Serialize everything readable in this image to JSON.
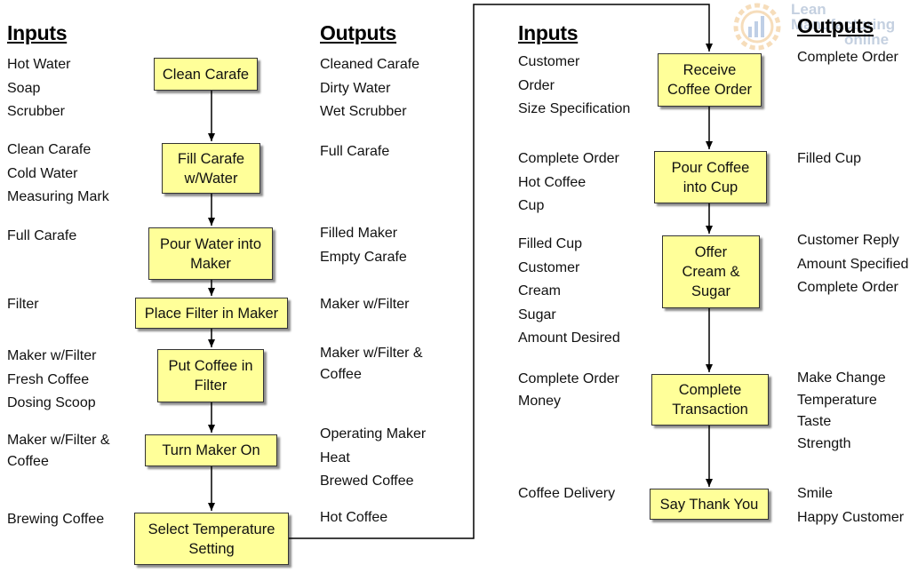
{
  "headers": {
    "left_inputs": "Inputs",
    "left_outputs": "Outputs",
    "right_inputs": "Inputs",
    "right_outputs": "Outputs"
  },
  "watermark": {
    "line1": "Lean",
    "line2": "Manufacturing",
    "line3": "online"
  },
  "left_flow": {
    "steps": [
      {
        "label": "Clean Carafe"
      },
      {
        "label": "Fill Carafe\nw/Water"
      },
      {
        "label": "Pour Water into\nMaker"
      },
      {
        "label": "Place Filter in Maker"
      },
      {
        "label": "Put Coffee in\nFilter"
      },
      {
        "label": "Turn Maker On"
      },
      {
        "label": "Select Temperature\nSetting"
      }
    ],
    "inputs": [
      [
        "Hot Water",
        "Soap",
        "Scrubber"
      ],
      [
        "Clean Carafe",
        "Cold Water",
        "Measuring Mark"
      ],
      [
        "Full Carafe"
      ],
      [
        "Filter"
      ],
      [
        "Maker w/Filter",
        "Fresh Coffee",
        "Dosing Scoop"
      ],
      [
        "Maker w/Filter &",
        "Coffee"
      ],
      [
        "Brewing Coffee"
      ]
    ],
    "outputs": [
      [
        "Cleaned Carafe",
        "Dirty Water",
        "Wet Scrubber"
      ],
      [
        "Full Carafe"
      ],
      [
        "Filled Maker",
        "Empty Carafe"
      ],
      [
        "Maker w/Filter"
      ],
      [
        "Maker w/Filter &",
        "Coffee"
      ],
      [
        "Operating Maker",
        "Heat",
        "Brewed Coffee"
      ],
      [
        "Hot Coffee"
      ]
    ]
  },
  "right_flow": {
    "steps": [
      {
        "label": "Receive\nCoffee Order"
      },
      {
        "label": "Pour Coffee\ninto Cup"
      },
      {
        "label": "Offer\nCream &\nSugar"
      },
      {
        "label": "Complete\nTransaction"
      },
      {
        "label": "Say Thank You"
      }
    ],
    "inputs": [
      [
        "Customer",
        "Order",
        "Size Specification"
      ],
      [
        "Complete Order",
        "Hot Coffee",
        "Cup"
      ],
      [
        "Filled Cup",
        "Customer",
        "Cream",
        "Sugar",
        "Amount Desired"
      ],
      [
        "Complete Order",
        "Money"
      ],
      [
        "Coffee Delivery"
      ]
    ],
    "outputs": [
      [
        "Complete Order"
      ],
      [
        "Filled Cup"
      ],
      [
        "Customer Reply",
        "Amount Specified",
        "Complete Order"
      ],
      [
        "Make Change",
        "Temperature",
        "Taste",
        "Strength"
      ],
      [
        "Smile",
        "Happy Customer"
      ]
    ]
  }
}
